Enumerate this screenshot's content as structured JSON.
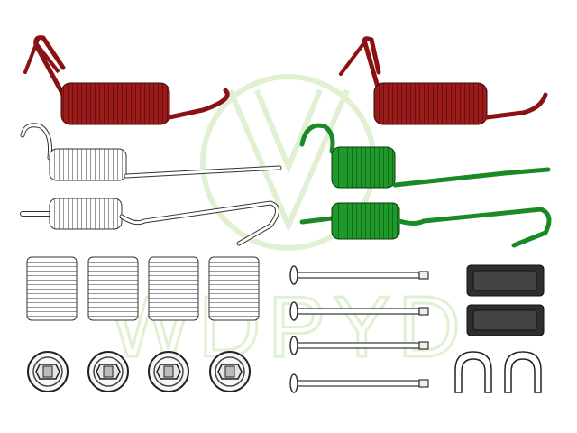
{
  "watermark": {
    "text": "WDPYD",
    "color": "#c8e6b0"
  },
  "colors": {
    "red_spring": "#9b1a1a",
    "red_hook": "#8a1212",
    "green_spring": "#1f9a2a",
    "green_hook": "#1a8a24",
    "white_spring": "#ffffff",
    "outline": "#222222",
    "pad": "#2e2e2e"
  },
  "parts": {
    "return_springs_red": 2,
    "return_springs_white": 2,
    "return_springs_green": 2,
    "hold_down_springs": 4,
    "retainer_cups": 4,
    "hold_down_pins": 4,
    "adjuster_pads": 2,
    "clips": 2
  }
}
